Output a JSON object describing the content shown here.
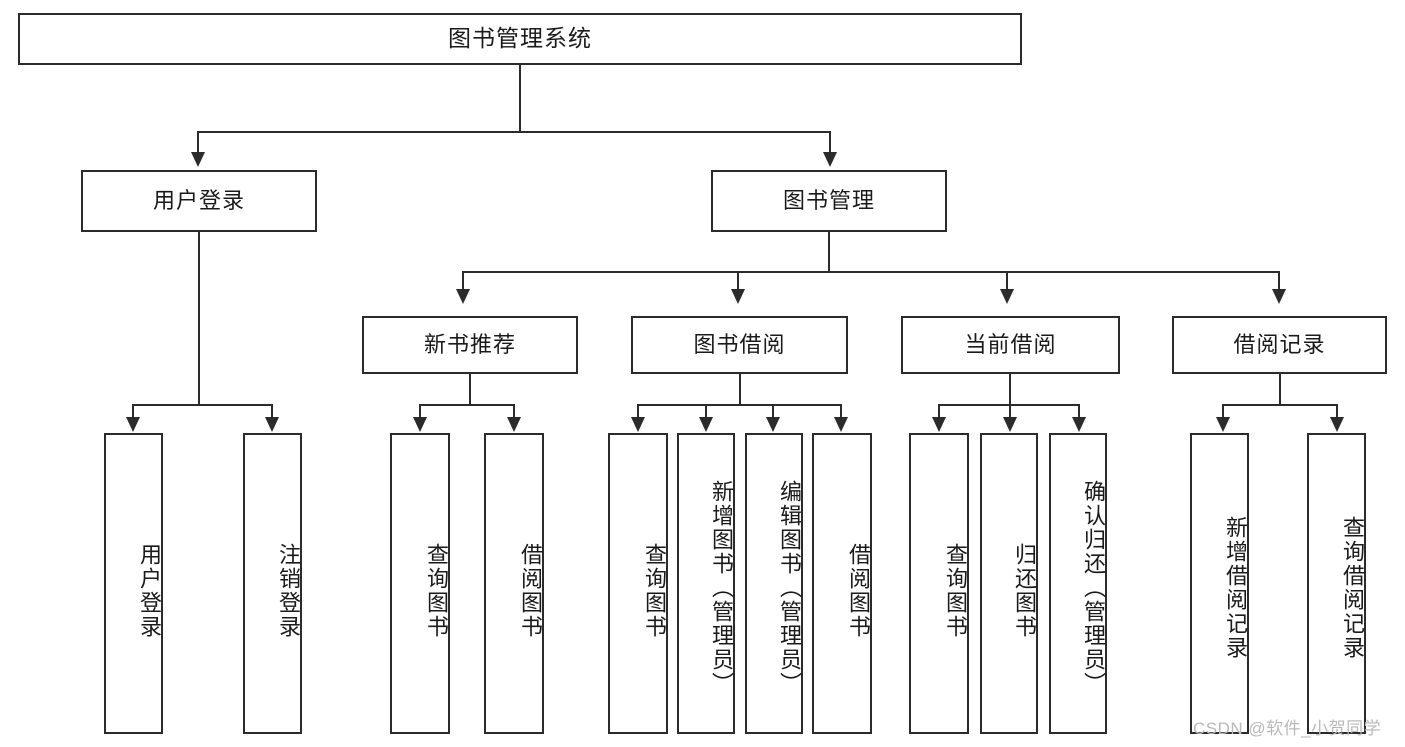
{
  "diagram": {
    "title": "图书管理系统",
    "type": "hierarchy-tree",
    "levels": 4,
    "colors": {
      "stroke": "#2b2b2b",
      "fill": "#ffffff",
      "text": "#1a1a1a",
      "watermark": "#b9b9b9"
    },
    "root": {
      "label": "图书管理系统"
    },
    "level2": [
      {
        "label": "用户登录"
      },
      {
        "label": "图书管理"
      }
    ],
    "level3": [
      {
        "label": "新书推荐"
      },
      {
        "label": "图书借阅"
      },
      {
        "label": "当前借阅"
      },
      {
        "label": "借阅记录"
      }
    ],
    "leaves": {
      "user_login": [
        {
          "label": "用户登录"
        },
        {
          "label": "注销登录"
        }
      ],
      "new_book_recommend": [
        {
          "label": "查询图书"
        },
        {
          "label": "借阅图书"
        }
      ],
      "book_borrow": [
        {
          "label": "查询图书"
        },
        {
          "label": "新增图书（管理员）"
        },
        {
          "label": "编辑图书（管理员）"
        },
        {
          "label": "借阅图书"
        }
      ],
      "current_borrow": [
        {
          "label": "查询图书"
        },
        {
          "label": "归还图书"
        },
        {
          "label": "确认归还（管理员）"
        }
      ],
      "borrow_records": [
        {
          "label": "新增借阅记录"
        },
        {
          "label": "查询借阅记录"
        }
      ]
    }
  },
  "watermark": {
    "text": "CSDN @软件_小贺同学"
  }
}
